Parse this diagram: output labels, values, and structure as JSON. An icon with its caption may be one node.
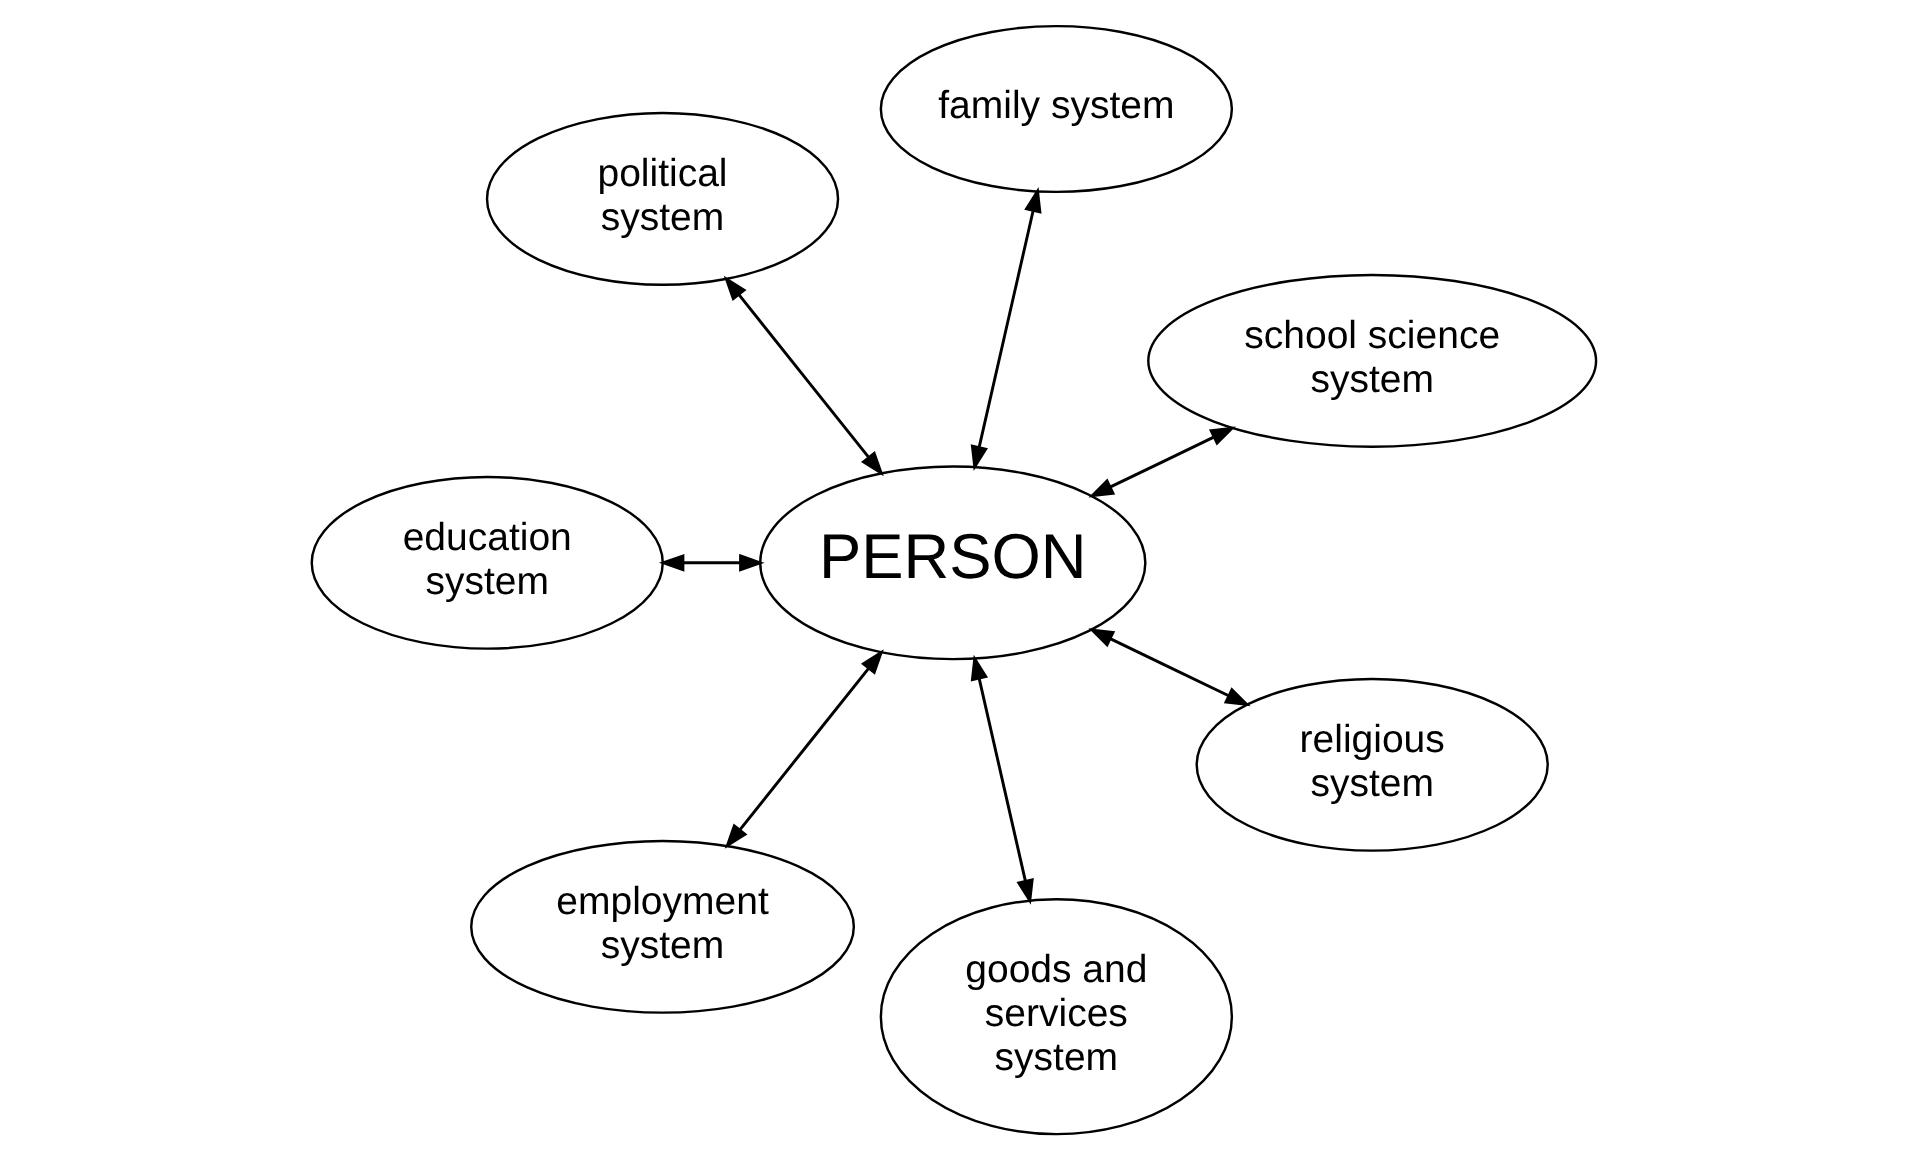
{
  "diagram": {
    "nodes": [
      {
        "text": [
          "school science system"
        ]
      },
      {
        "text": [
          "family system"
        ]
      },
      {
        "text": [
          "political system"
        ]
      },
      {
        "text": [
          "PERSON"
        ]
      },
      {
        "text": [
          "education system"
        ]
      },
      {
        "text": [
          "employment system"
        ]
      },
      {
        "text": [
          "goods and services system"
        ]
      },
      {
        "text": [
          "religious system"
        ]
      }
    ],
    "edges": [
      {
        "from": 3,
        "to": 0,
        "arrow": "both"
      },
      {
        "from": 3,
        "to": 1,
        "arrow": "both"
      },
      {
        "from": 3,
        "to": 2,
        "arrow": "both"
      },
      {
        "from": 3,
        "to": 4,
        "arrow": "both"
      },
      {
        "from": 3,
        "to": 5,
        "arrow": "both"
      },
      {
        "from": 3,
        "to": 6,
        "arrow": "both"
      },
      {
        "from": 3,
        "to": 7,
        "arrow": "both"
      }
    ]
  }
}
